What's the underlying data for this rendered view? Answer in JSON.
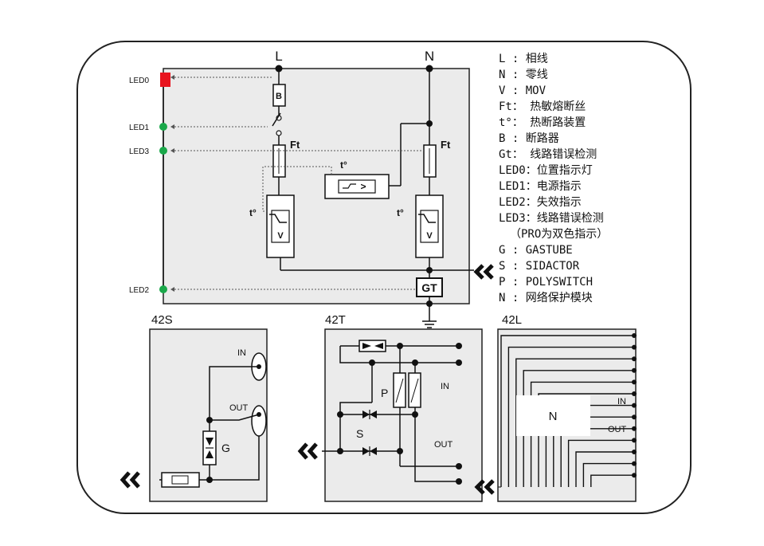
{
  "main": {
    "top_labels": {
      "L": "L",
      "N": "N"
    },
    "leds": [
      "LED0",
      "LED1",
      "LED3",
      "LED2"
    ],
    "components": {
      "B": "B",
      "Ft_left": "Ft",
      "Ft_right": "Ft",
      "t_mid": "t°",
      "t_left": "t°",
      "t_right": "t°",
      "v_left": "V",
      "v_right": "V",
      "GT": "GT",
      "thermal_symbol": ">"
    },
    "colors": {
      "led_red": "#e8141e",
      "led_green": "#1aa84a",
      "panel_bg": "#ebebeb"
    }
  },
  "legend": [
    "L  :  相线",
    "N  :  零线",
    "V  :  MOV",
    "Ft：  热敏熔断丝",
    "t°：  热断路装置",
    "B  :  断路器",
    "Gt：  线路错误检测",
    "LED0：位置指示灯",
    "LED1：电源指示",
    "LED2：失效指示",
    "LED3：线路错误检测",
    "（PRO为双色指示）",
    "G  :  GASTUBE",
    "S  :  SIDACTOR",
    "P  :  POLYSWITCH",
    "N  :  网络保护模块"
  ],
  "panel_42s": {
    "title": "42S",
    "in": "IN",
    "out": "OUT",
    "g": "G"
  },
  "panel_42t": {
    "title": "42T",
    "in": "IN",
    "out": "OUT",
    "p": "P",
    "s": "S"
  },
  "panel_42l": {
    "title": "42L",
    "in": "IN",
    "out": "OUT",
    "n": "N"
  }
}
